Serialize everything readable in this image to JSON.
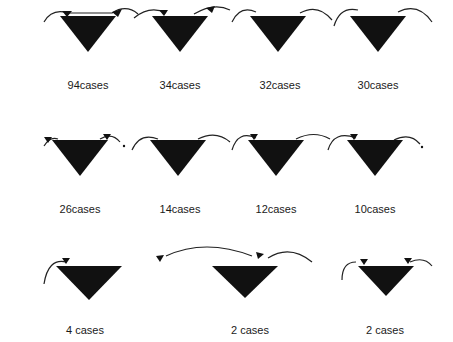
{
  "diagram": {
    "labels": [
      "94cases",
      "34cases",
      "32cases",
      "30cases",
      "26cases",
      "14cases",
      "12cases",
      "10cases",
      "4 cases",
      "2 cases",
      "2 cases"
    ]
  }
}
